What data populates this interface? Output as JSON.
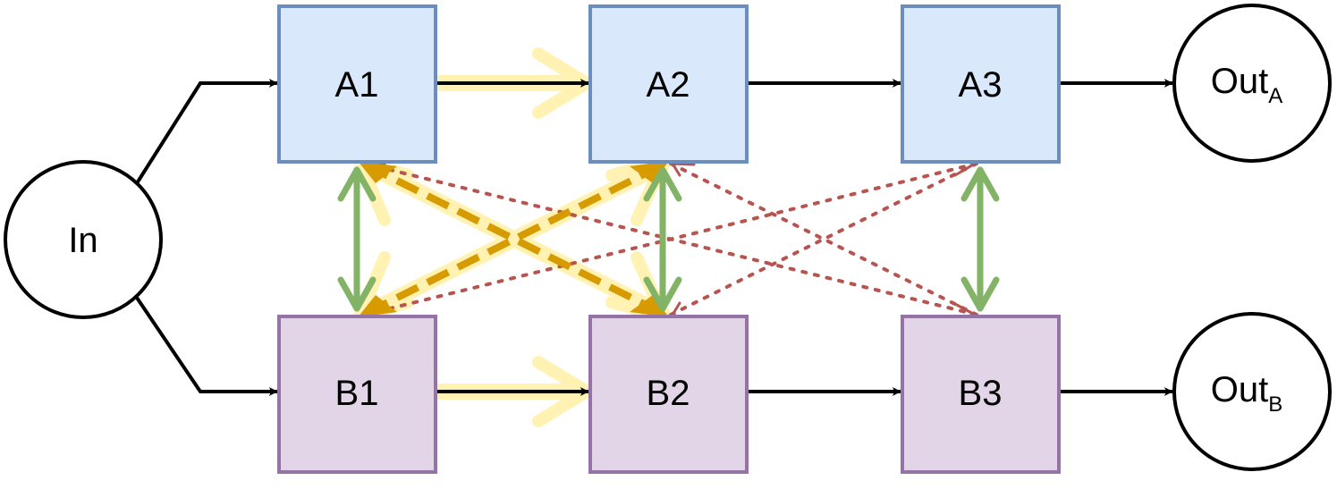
{
  "nodes": {
    "in": "In",
    "a1": "A1",
    "a2": "A2",
    "a3": "A3",
    "b1": "B1",
    "b2": "B2",
    "b3": "B3",
    "out_a": {
      "main": "Out",
      "sub": "A"
    },
    "out_b": {
      "main": "Out",
      "sub": "B"
    }
  },
  "colors": {
    "a_fill": "#dae8fc",
    "a_stroke": "#6c8ebf",
    "b_fill": "#e1d5e7",
    "b_stroke": "#9673a6",
    "green": "#82b366",
    "orange": "#d79b00",
    "glow": "#fff2b3",
    "red": "#b85450",
    "black": "#000000"
  }
}
